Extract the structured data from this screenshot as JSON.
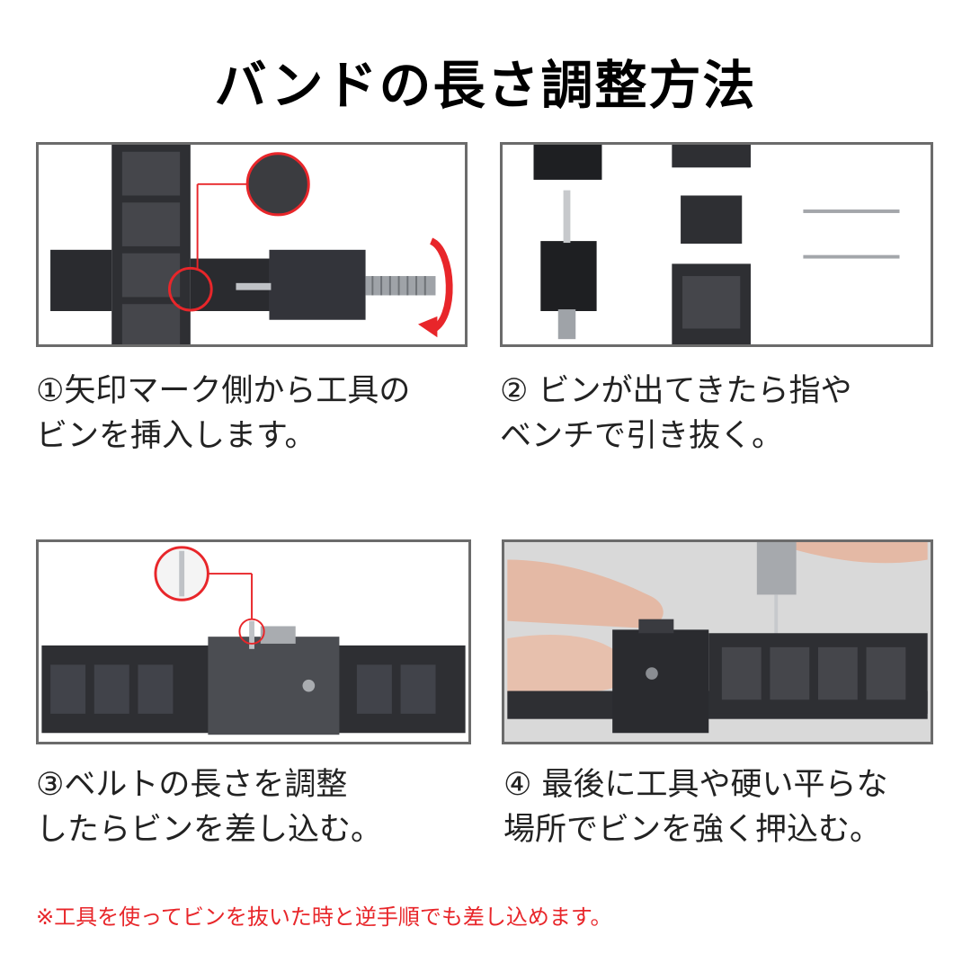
{
  "title": "バンドの長さ調整方法",
  "steps": [
    {
      "line1": "①矢印マーク側から工具の",
      "line2": "ビンを挿入します。"
    },
    {
      "line1": "② ビンが出てきたら指や",
      "line2": "ベンチで引き抜く。"
    },
    {
      "line1": "③ベルトの長さを調整",
      "line2": "したらビンを差し込む。"
    },
    {
      "line1": "④ 最後に工具や硬い平らな",
      "line2": "場所でビンを強く押込む。"
    }
  ],
  "note": "※工具を使ってビンを抜いた時と逆手順でも差し込めます。",
  "colors": {
    "accent_red": "#e8262a",
    "metal_dark": "#2e2f33",
    "frame_gray": "#6b6b6b"
  }
}
